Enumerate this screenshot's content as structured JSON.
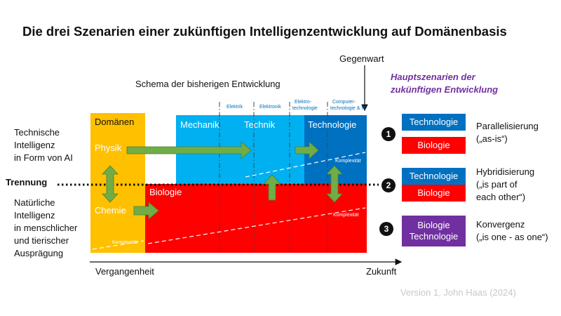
{
  "title": "Die drei Szenarien einer zukünftigen Intelligenzentwicklung auf Domänenbasis",
  "gegenwart": "Gegenwart",
  "schema_label": "Schema der bisherigen Entwicklung",
  "hauptszenarien": [
    "Hauptszenarien der",
    "zukünftigen Entwicklung"
  ],
  "left_labels": {
    "technische": [
      "Technische",
      "Intelligenz",
      "in Form von AI"
    ],
    "trennung": "Trennung",
    "natuerliche": [
      "Natürliche",
      "Intelligenz",
      "in menschlicher",
      "und tierischer",
      "Ausprägung"
    ]
  },
  "domains": {
    "header": "Domänen",
    "physik": "Physik",
    "chemie": "Chemie",
    "biologie": "Biologie",
    "mechanik": "Mechanik",
    "technik": "Technik",
    "technologie": "Technologie",
    "komplexitaet": "Komplexität"
  },
  "eras": {
    "elektrik": "Elektrik",
    "elektronik": "Elektronik",
    "elektrotechnologie": [
      "Elektro-",
      "technologie"
    ],
    "computer": [
      "Computer-",
      "technologie & IT"
    ]
  },
  "timeline": {
    "past": "Vergangenheit",
    "future": "Zukunft"
  },
  "scenarios": [
    {
      "number": "1",
      "boxes": [
        "Technologie",
        "Biologie"
      ],
      "name": "Parallelisierung",
      "desc": "(„as-is“)"
    },
    {
      "number": "2",
      "boxes": [
        "Technologie",
        "Biologie"
      ],
      "name": "Hybridisierung",
      "desc": [
        "(„is part of",
        "each other“)"
      ]
    },
    {
      "number": "3",
      "boxes": [
        "Biologie",
        "Technologie"
      ],
      "name": "Konvergenz",
      "desc": "(„is one - as one“)"
    }
  ],
  "version": "Version 1, John Haas (2024)",
  "colors": {
    "orange": "#ffc000",
    "blue_light": "#00b0f0",
    "blue_dark": "#0070c0",
    "red": "#ff0000",
    "green": "#70ad47",
    "purple": "#7030a0"
  }
}
